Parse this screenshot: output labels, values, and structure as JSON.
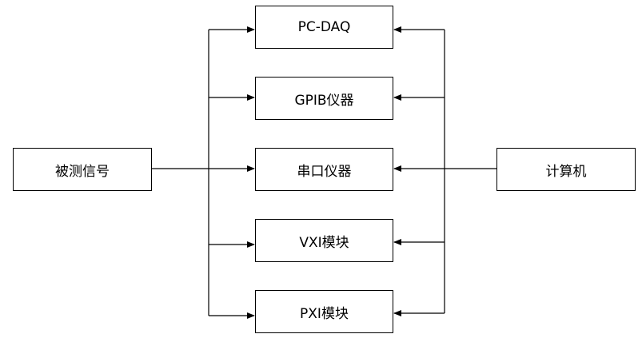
{
  "diagram": {
    "source": {
      "label": "被测信号"
    },
    "computer": {
      "label": "计算机"
    },
    "instruments": [
      {
        "label": "PC-DAQ"
      },
      {
        "label": "GPIB仪器"
      },
      {
        "label": "串口仪器"
      },
      {
        "label": "VXI模块"
      },
      {
        "label": "PXI模块"
      }
    ]
  }
}
